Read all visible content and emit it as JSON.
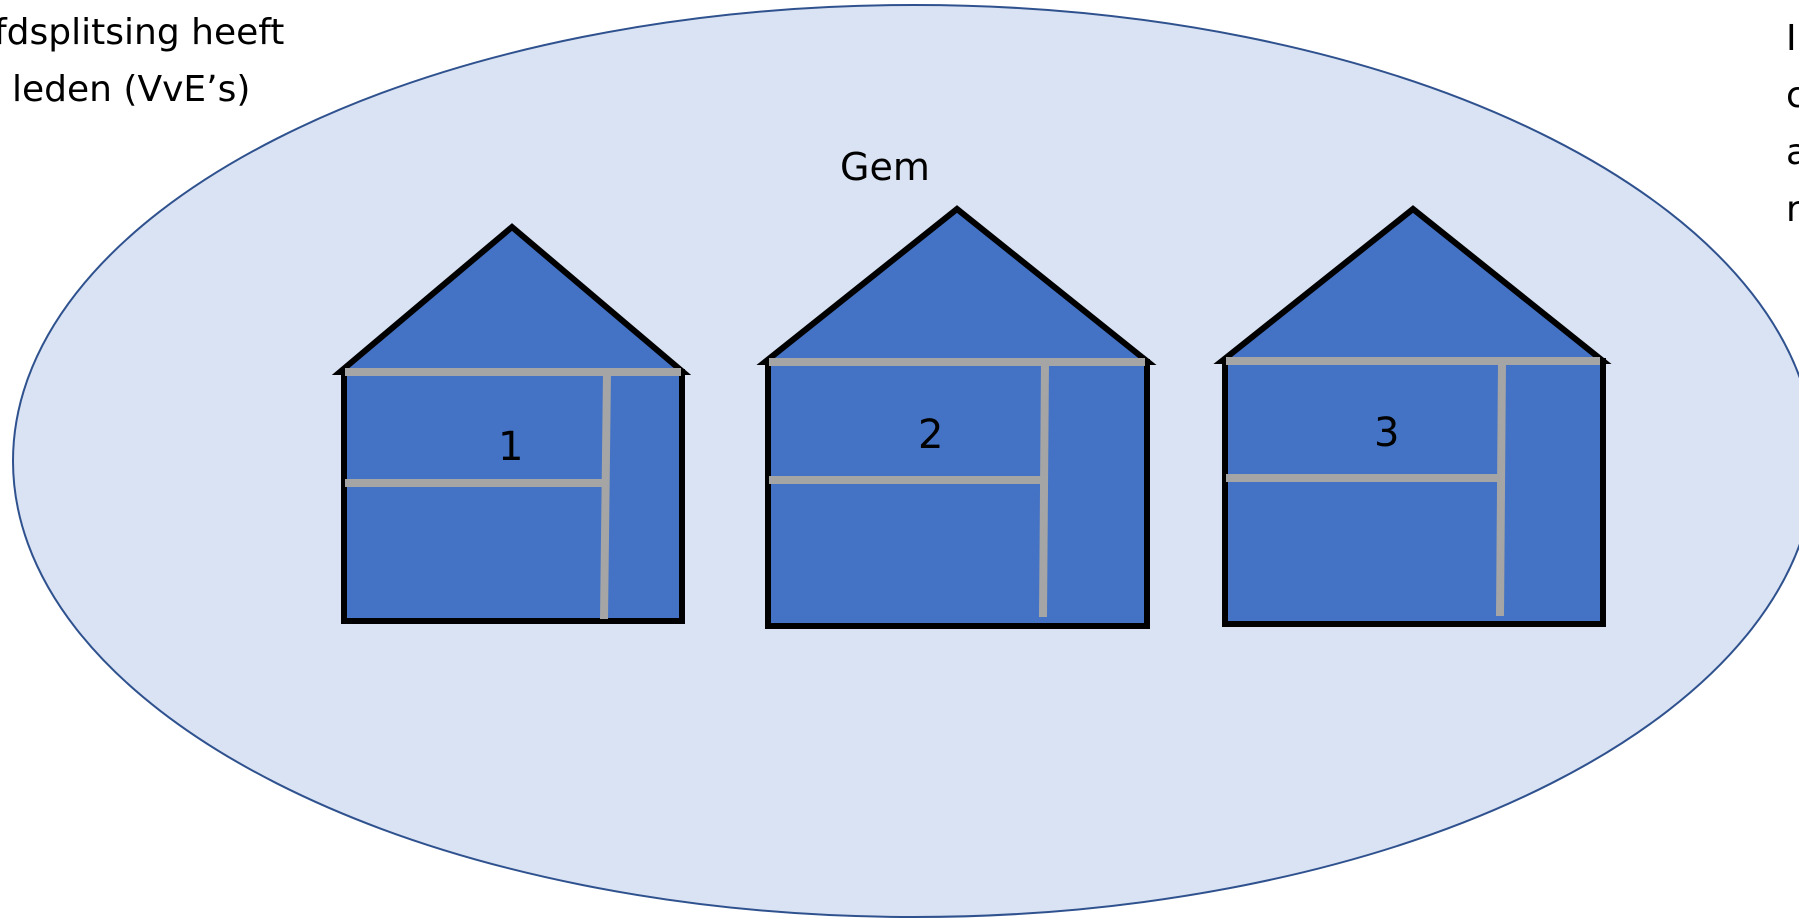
{
  "left_caption": {
    "line1": "fdsplitsing heeft",
    "line2": "leden (VvE’s)"
  },
  "center_label": "Gem",
  "houses": [
    {
      "number": "1"
    },
    {
      "number": "2"
    },
    {
      "number": "3"
    }
  ],
  "right_caption": {
    "line1": "I",
    "line2": "c",
    "line3": "a",
    "line4": "r"
  },
  "colors": {
    "ellipse_fill": "#dae3f3",
    "ellipse_stroke": "#2f528f",
    "house_fill": "#4472c4",
    "house_outline": "#000000",
    "divider": "#a5a5a5"
  }
}
